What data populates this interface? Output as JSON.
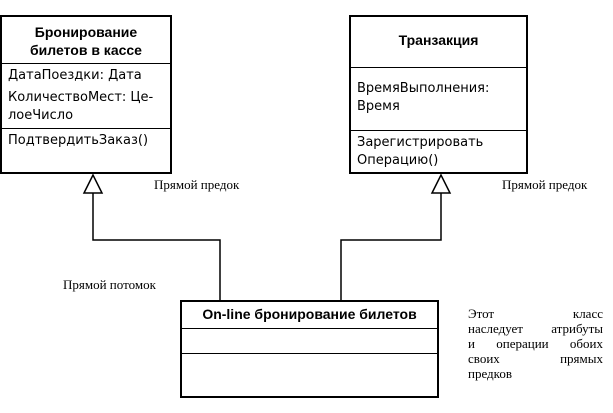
{
  "classes": {
    "booking_office": {
      "title_line1": "Бронирование",
      "title_line2": "билетов в кассе",
      "attributes": [
        "ДатаПоездки: Дата",
        "КоличествоМест: Це-",
        "лоеЧисло"
      ],
      "operations": [
        "ПодтвердитьЗаказ()"
      ]
    },
    "transaction": {
      "title": "Транзакция",
      "attributes": [
        "ВремяВыполнения:",
        "Время"
      ],
      "operations": [
        "Зарегистрировать",
        "Операцию()"
      ]
    },
    "online_booking": {
      "title": "On-line бронирование билетов"
    }
  },
  "labels": {
    "direct_ancestor_left": "Прямой предок",
    "direct_ancestor_right": "Прямой предок",
    "direct_descendant": "Прямой потомок"
  },
  "note": {
    "lines": [
      "Этот класс",
      "наследует атрибуты",
      "и операции обоих",
      "своих прямых",
      "предков"
    ]
  }
}
